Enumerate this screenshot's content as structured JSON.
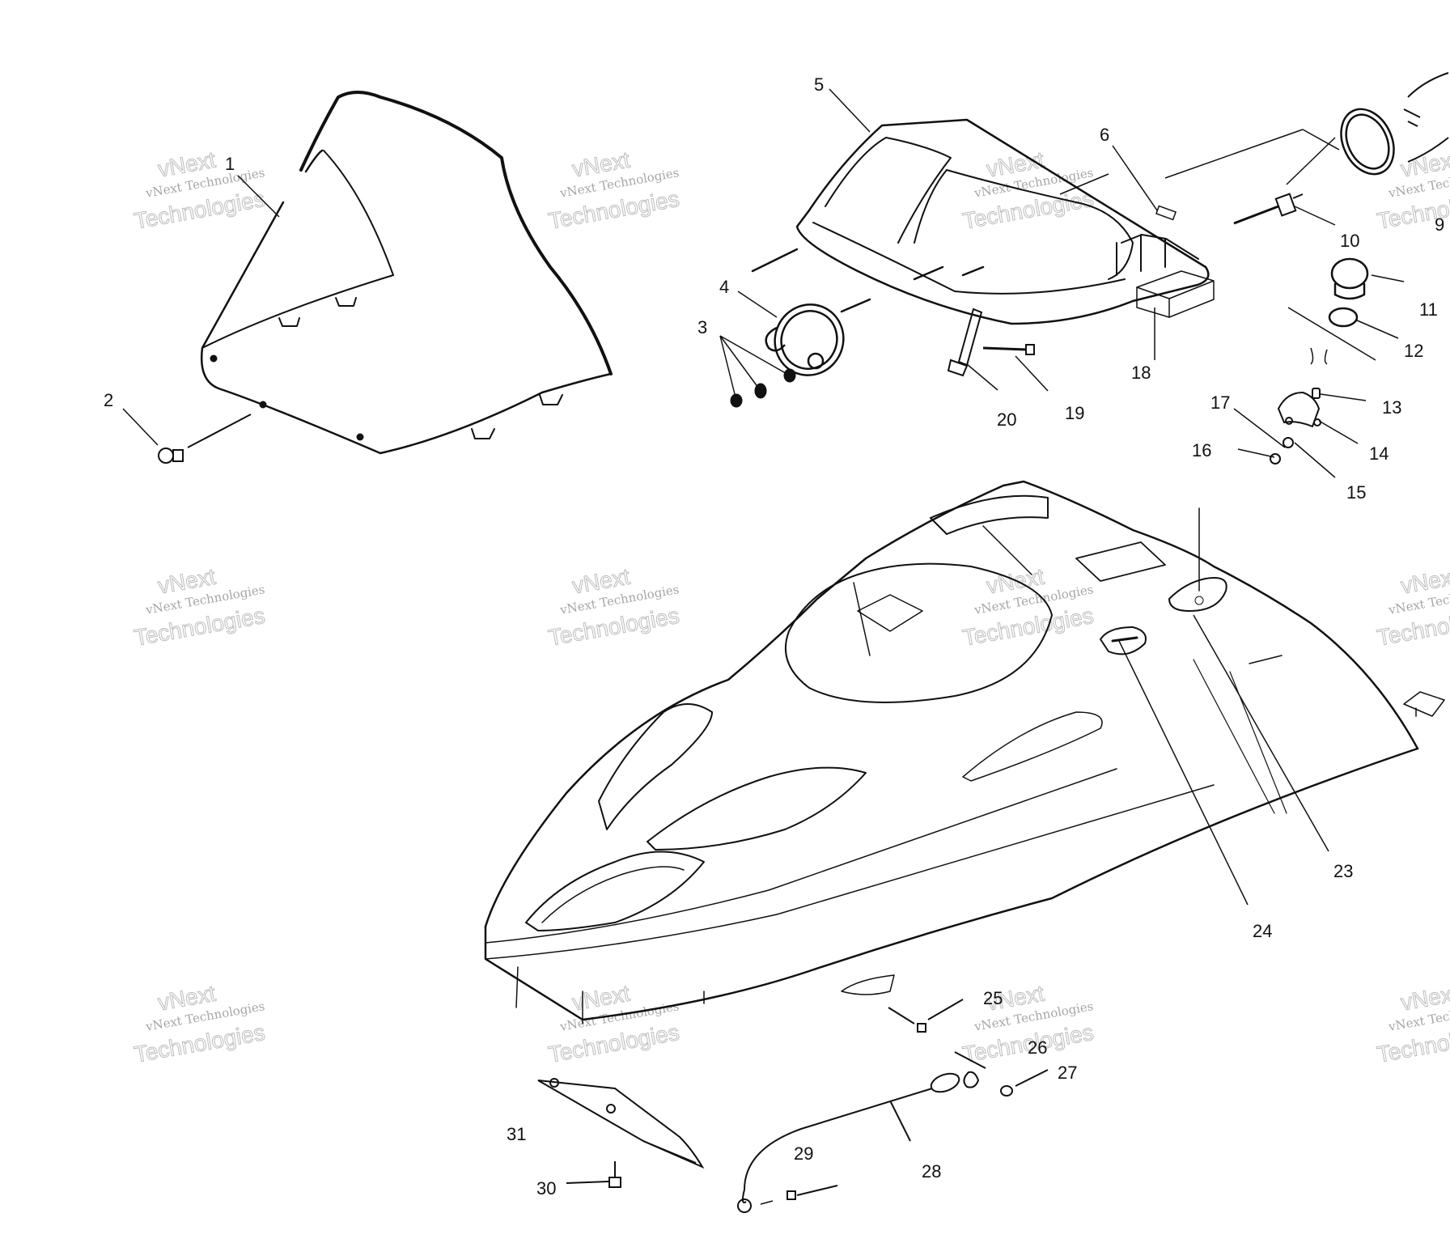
{
  "diagram": {
    "part_labels": [
      "1",
      "2",
      "3",
      "4",
      "5",
      "6",
      "9",
      "10",
      "11",
      "12",
      "13",
      "14",
      "15",
      "16",
      "17",
      "18",
      "19",
      "20",
      "23",
      "24",
      "25",
      "26",
      "27",
      "28",
      "29",
      "30",
      "31"
    ],
    "watermark": {
      "line1": "vNext Technologies",
      "line2": "Technologies",
      "overlay": "vNext"
    },
    "line_color": "#111111"
  }
}
